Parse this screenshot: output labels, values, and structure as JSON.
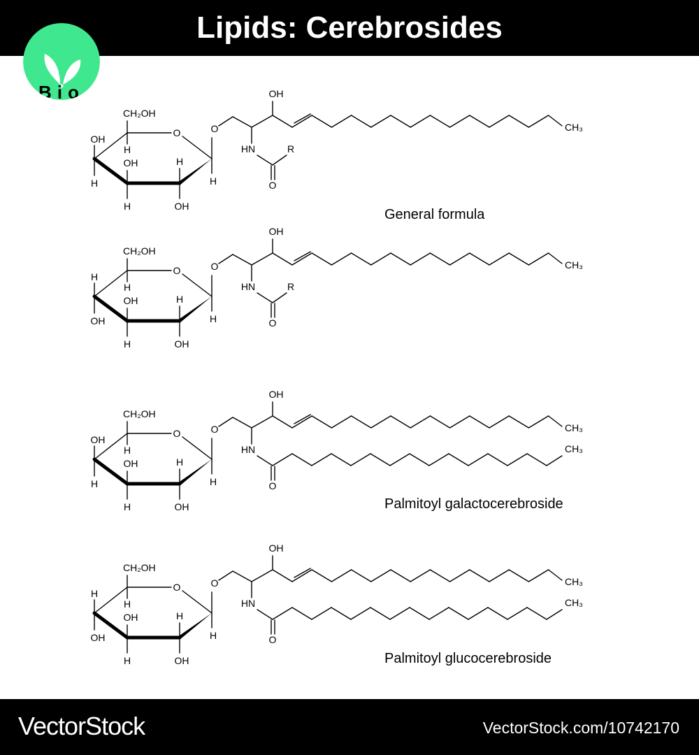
{
  "header": {
    "title": "Lipids: Cerebrosides"
  },
  "logo": {
    "text": "Bio",
    "color": "#3fe88f"
  },
  "atoms": {
    "ch2oh": "CH₂OH",
    "oh": "OH",
    "h": "H",
    "o": "O",
    "hn": "HN",
    "r": "R",
    "ch3": "CH₃"
  },
  "molecules": [
    {
      "caption": "General formula",
      "sugar": "galactose",
      "acyl": "R"
    },
    {
      "caption": "",
      "sugar": "glucose",
      "acyl": "R"
    },
    {
      "caption": "Palmitoyl galactocerebroside",
      "sugar": "galactose",
      "acyl": "palmitoyl"
    },
    {
      "caption": "Palmitoyl glucocerebroside",
      "sugar": "glucose",
      "acyl": "palmitoyl"
    }
  ],
  "footer": {
    "brand": "VectorStock",
    "url": "VectorStock.com/10742170"
  }
}
